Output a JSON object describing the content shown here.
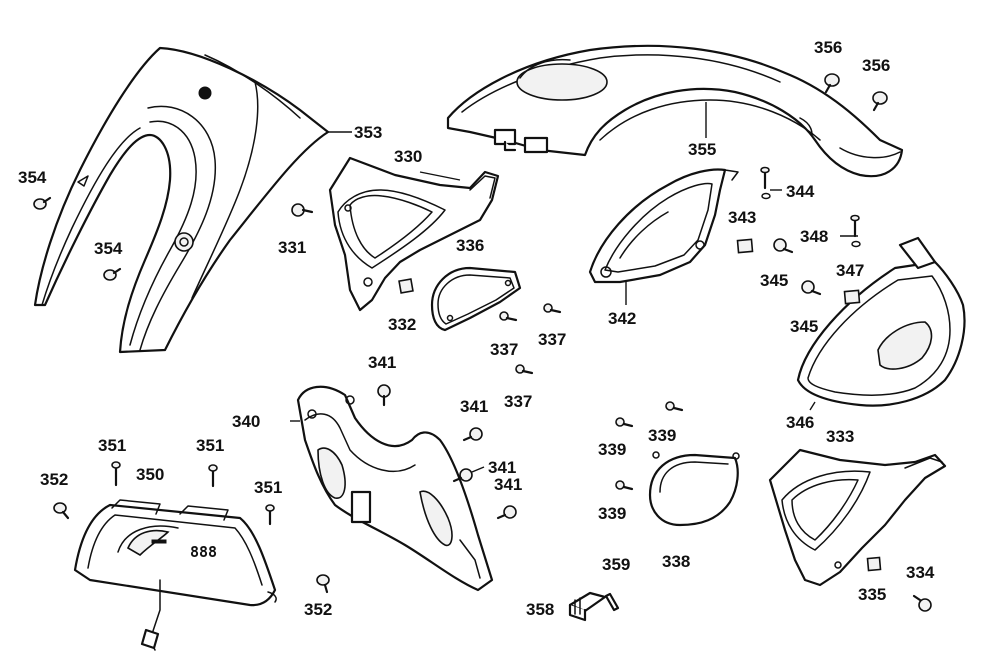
{
  "diagram": {
    "parts": [
      {
        "id": "p353",
        "number": "353"
      },
      {
        "id": "p354a",
        "number": "354"
      },
      {
        "id": "p354b",
        "number": "354"
      },
      {
        "id": "p330",
        "number": "330"
      },
      {
        "id": "p331",
        "number": "331"
      },
      {
        "id": "p332",
        "number": "332"
      },
      {
        "id": "p336",
        "number": "336"
      },
      {
        "id": "p337a",
        "number": "337"
      },
      {
        "id": "p337b",
        "number": "337"
      },
      {
        "id": "p337c",
        "number": "337"
      },
      {
        "id": "p355",
        "number": "355"
      },
      {
        "id": "p356a",
        "number": "356"
      },
      {
        "id": "p356b",
        "number": "356"
      },
      {
        "id": "p342",
        "number": "342"
      },
      {
        "id": "p344",
        "number": "344"
      },
      {
        "id": "p343",
        "number": "343"
      },
      {
        "id": "p348",
        "number": "348"
      },
      {
        "id": "p345a",
        "number": "345"
      },
      {
        "id": "p345b",
        "number": "345"
      },
      {
        "id": "p347",
        "number": "347"
      },
      {
        "id": "p346",
        "number": "346"
      },
      {
        "id": "p333",
        "number": "333"
      },
      {
        "id": "p341a",
        "number": "341"
      },
      {
        "id": "p341b",
        "number": "341"
      },
      {
        "id": "p341c",
        "number": "341"
      },
      {
        "id": "p341d",
        "number": "341"
      },
      {
        "id": "p340",
        "number": "340"
      },
      {
        "id": "p339a",
        "number": "339"
      },
      {
        "id": "p339b",
        "number": "339"
      },
      {
        "id": "p339c",
        "number": "339"
      },
      {
        "id": "p338",
        "number": "338"
      },
      {
        "id": "p334",
        "number": "334"
      },
      {
        "id": "p335",
        "number": "335"
      },
      {
        "id": "p359",
        "number": "359"
      },
      {
        "id": "p358",
        "number": "358"
      },
      {
        "id": "p351a",
        "number": "351"
      },
      {
        "id": "p351b",
        "number": "351"
      },
      {
        "id": "p351c",
        "number": "351"
      },
      {
        "id": "p350",
        "number": "350"
      },
      {
        "id": "p352a",
        "number": "352"
      },
      {
        "id": "p352b",
        "number": "352"
      }
    ],
    "speedometer_display": "888"
  }
}
